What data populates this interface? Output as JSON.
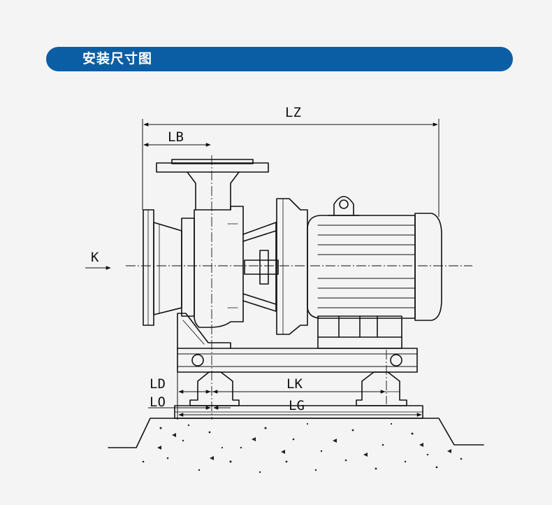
{
  "section": {
    "title": "安装尺寸图"
  },
  "drawing": {
    "labels": {
      "lz": "LZ",
      "lb": "LB",
      "k": "K",
      "ld": "LD",
      "lk": "LK",
      "lo": "LO",
      "lg": "LG"
    }
  }
}
